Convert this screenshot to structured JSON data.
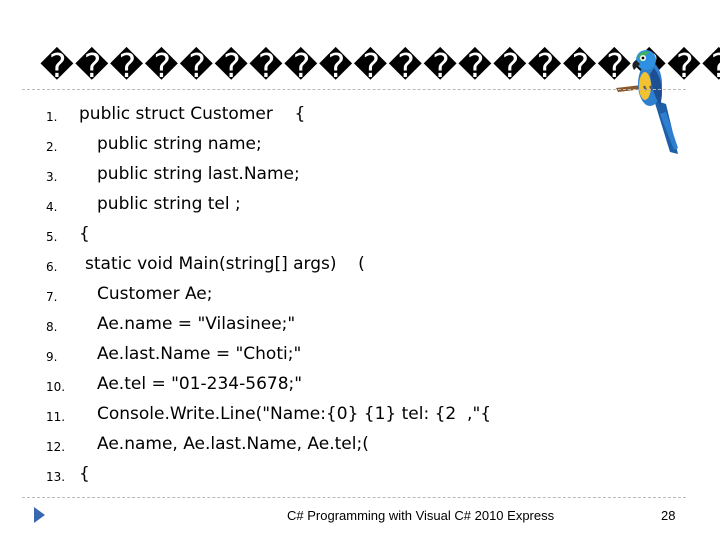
{
  "slide": {
    "title": "����������������������",
    "code_lines": [
      {
        "num": "1.",
        "text": "public struct Customer    {"
      },
      {
        "num": "2.",
        "text": "public string name;"
      },
      {
        "num": "3.",
        "text": "public string last.Name;"
      },
      {
        "num": "4.",
        "text": "public string tel ;"
      },
      {
        "num": "5.",
        "text": "{"
      },
      {
        "num": "6.",
        "text": "static void Main(string[] args)    ("
      },
      {
        "num": "7.",
        "text": "Customer Ae;"
      },
      {
        "num": "8.",
        "text": "Ae.name = \"Vilasinee;\""
      },
      {
        "num": "9.",
        "text": "Ae.last.Name = \"Choti;\""
      },
      {
        "num": "10.",
        "text": "Ae.tel = \"01-234-5678;\""
      },
      {
        "num": "11.",
        "text": "Console.Write.Line(\"Name:{0} {1} tel: {2  ,\"{"
      },
      {
        "num": "12.",
        "text": "Ae.name, Ae.last.Name, Ae.tel;("
      },
      {
        "num": "13.",
        "text": "{"
      }
    ],
    "footer": "C# Programming with Visual C# 2010 Express",
    "page_number": "28"
  },
  "colors": {
    "accent": "#3a68b0",
    "rule": "#b9b9b9"
  },
  "icons": {
    "decoration": "parrot-icon",
    "bullet": "play-icon"
  }
}
